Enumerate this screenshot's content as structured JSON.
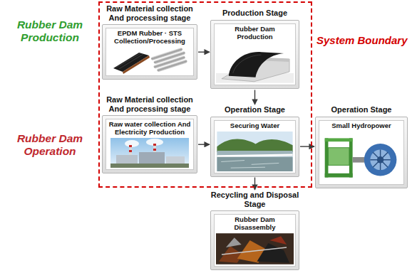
{
  "diagram": {
    "nodes": [
      {
        "text": [
          "System Boundary"
        ]
      },
      {
        "text": [
          "Raw Material collection And processing stage"
        ],
        "in": 0
      },
      {
        "text": [
          "EPDM Rubber · STS Collection/Processing"
        ],
        "in": 1
      },
      {
        "text": [
          "Production Stage"
        ],
        "in": 0
      },
      {
        "text": [
          "Rubber Dam Production"
        ],
        "in": 3
      },
      {
        "text": [
          "Raw Material collection And processing stage"
        ],
        "in": 0
      },
      {
        "text": [
          "Raw water collection And Electricity Production"
        ],
        "in": 5
      },
      {
        "text": [
          "Operation Stage"
        ],
        "in": 0
      },
      {
        "text": [
          "Securing Water"
        ],
        "in": 7
      },
      {
        "text": [
          "Operation Stage"
        ]
      },
      {
        "text": [
          "Small Hydropower"
        ],
        "in": 9
      },
      {
        "text": [
          "Recycling and Disposal Stage"
        ]
      },
      {
        "text": [
          "Rubber Dam Disassembly"
        ],
        "in": 11
      }
    ],
    "edges": [
      {
        "from": 1,
        "to": 3,
        "arrow": "to"
      },
      {
        "from": 3,
        "to": 7,
        "arrow": "to"
      },
      {
        "from": 5,
        "to": 7,
        "arrow": "to"
      },
      {
        "from": 7,
        "to": 9,
        "arrow": "to"
      },
      {
        "from": 7,
        "to": 11,
        "arrow": "to"
      }
    ],
    "labels": [
      "Rubber Dam Production",
      "Rubber Dam Operation"
    ]
  }
}
